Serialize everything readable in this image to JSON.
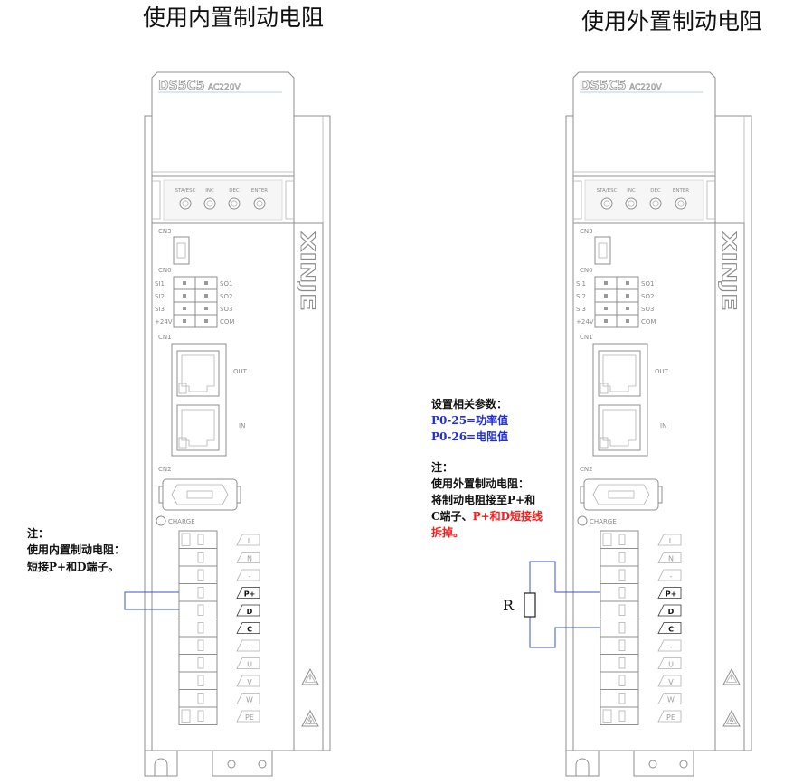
{
  "titles": {
    "internal": "使用内置制动电阻",
    "external": "使用外置制动电阻"
  },
  "device": {
    "model": "DS5C5",
    "voltage": "AC220V",
    "keys": [
      "STA/ESC",
      "INC",
      "DEC",
      "ENTER"
    ],
    "cn3": "CN3",
    "cn0": "CN0",
    "cn0_inputs": [
      "SI1",
      "SI2",
      "SI3",
      "+24V"
    ],
    "cn0_outputs": [
      "SO1",
      "SO2",
      "SO3",
      "COM"
    ],
    "cn1": "CN1",
    "cn1_out": "OUT",
    "cn1_in": "IN",
    "cn2": "CN2",
    "charge": "CHARGE",
    "brand": "XINJE",
    "terminals": [
      "L",
      "N",
      "-",
      "P+",
      "D",
      "C",
      "-",
      "U",
      "V",
      "W",
      "PE"
    ]
  },
  "left_note": {
    "heading": "注：",
    "line1": "使用内置制动电阻：",
    "line2": "短接P+和D端子。"
  },
  "right_params": {
    "heading": "设置相关参数：",
    "line1": "P0-25=功率值",
    "line2": "P0-26=电阻值"
  },
  "right_note": {
    "heading": "注：",
    "line1": "使用外置制动电阻：",
    "line2": "将制动电阻接至P+和",
    "line3_black": "C端子、",
    "line3_red": "P+和D短接线",
    "line4": "拆掉。"
  },
  "resistor_label": "R",
  "icons": {
    "warning": "warning-triangle-icon",
    "charge_lamp": "charge-lamp-icon"
  },
  "colors": {
    "wire": "#3f55c8",
    "param_text": "#1f2fd6",
    "warning_text": "#ff1a1a",
    "device_outline": "#8f8f8f"
  }
}
